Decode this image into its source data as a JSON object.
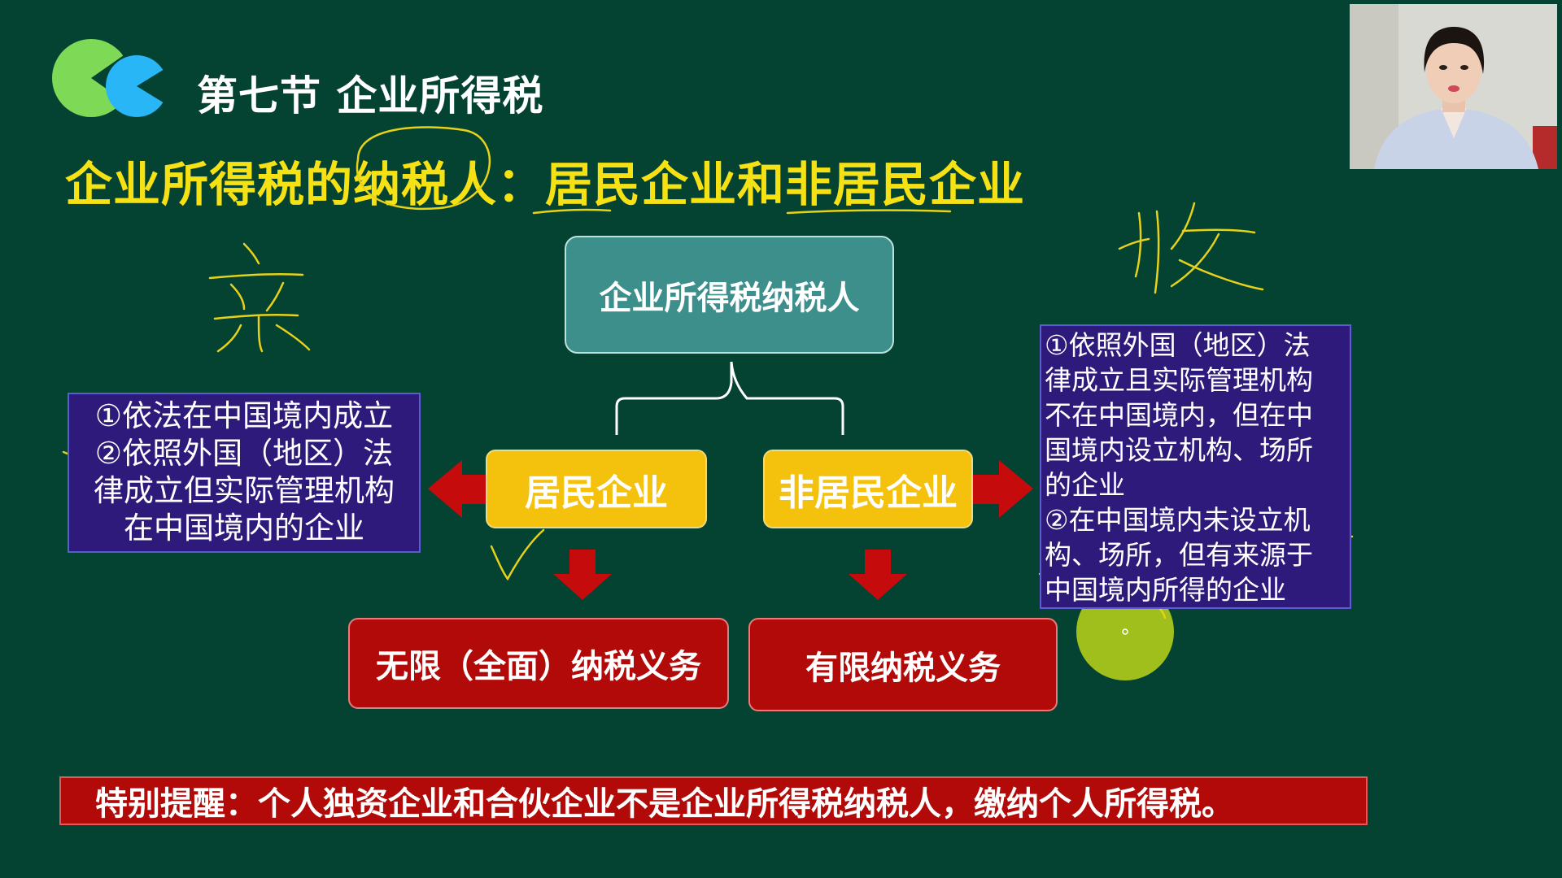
{
  "header": {
    "section_title": "第七节 企业所得税",
    "slide_heading": "企业所得税的纳税人：居民企业和非居民企业"
  },
  "diagram": {
    "root": "企业所得税纳税人",
    "resident": "居民企业",
    "nonresident": "非居民企业",
    "resident_obligation": "无限（全面）纳税义务",
    "nonresident_obligation": "有限纳税义务",
    "resident_criteria": [
      "①依法在中国境内成立",
      "②依照外国（地区）法",
      "律成立但实际管理机构",
      "在中国境内的企业"
    ],
    "nonresident_criteria": [
      "①依照外国（地区）法",
      "律成立且实际管理机构",
      "不在中国境内，但在中",
      "国境内设立机构、场所",
      "的企业",
      "②在中国境内未设立机",
      "构、场所，但有来源于",
      "中国境内所得的企业"
    ]
  },
  "reminder": "特别提醒：个人独资企业和合伙企业不是企业所得税纳税人，缴纳个人所得税。",
  "colors": {
    "background": "#044232",
    "heading": "#f6e214",
    "teal_box": "#3c8f8b",
    "yellow_box": "#f4c20d",
    "red_box": "#b10a08",
    "purple_box": "#2e1a7a",
    "annotation_ink": "#e6d21a",
    "logo_green": "#7ed957",
    "logo_blue": "#29b6f6"
  }
}
